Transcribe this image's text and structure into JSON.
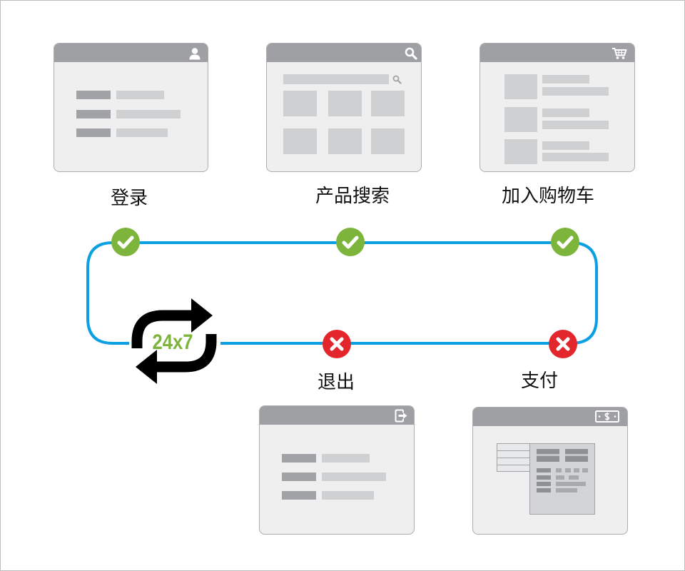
{
  "flow": {
    "steps": [
      {
        "label": "登录",
        "card_icon": "person-icon",
        "marker_icon": "check-icon"
      },
      {
        "label": "产品搜索",
        "card_icon": "search-icon",
        "marker_icon": "check-icon"
      },
      {
        "label": "加入购物车",
        "card_icon": "cart-icon",
        "marker_icon": "check-icon"
      },
      {
        "label": "支付",
        "card_icon": "money-icon",
        "marker_icon": "cross-icon"
      },
      {
        "label": "退出",
        "card_icon": "logout-icon",
        "marker_icon": "cross-icon"
      }
    ],
    "cycle": {
      "label": "24x7",
      "icon": "cycle-arrows-icon"
    }
  },
  "colors": {
    "loop_line": "#0ba0e2",
    "check": "#7cb43c",
    "cross": "#e3262c",
    "cycle_text": "#7cb43c",
    "card_header": "#9fa0a3",
    "card_body": "#efefef",
    "card_border": "#acadaf",
    "placeholder_dark": "#a1a2a5",
    "placeholder_light": "#cfd0d2"
  }
}
